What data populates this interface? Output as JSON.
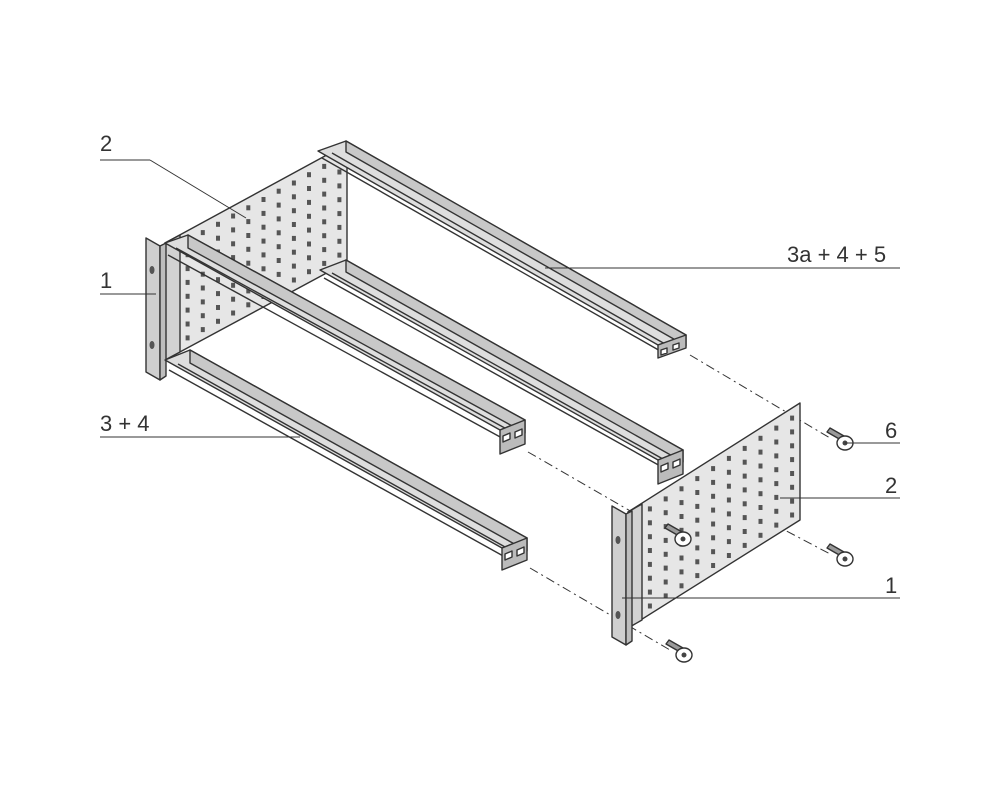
{
  "callouts": [
    {
      "id": "c-2-top",
      "text": "2"
    },
    {
      "id": "c-1-left",
      "text": "1"
    },
    {
      "id": "c-3a45",
      "text": "3a + 4 + 5"
    },
    {
      "id": "c-34",
      "text": "3 + 4"
    },
    {
      "id": "c-6",
      "text": "6"
    },
    {
      "id": "c-2-right",
      "text": "2"
    },
    {
      "id": "c-1-right",
      "text": "1"
    }
  ],
  "colors": {
    "line": "#333333",
    "panel": "#e6e6e6",
    "rail": "#d9d9d9",
    "bracket": "#cfcfcf",
    "hole": "#555555",
    "screw": "#444444"
  }
}
